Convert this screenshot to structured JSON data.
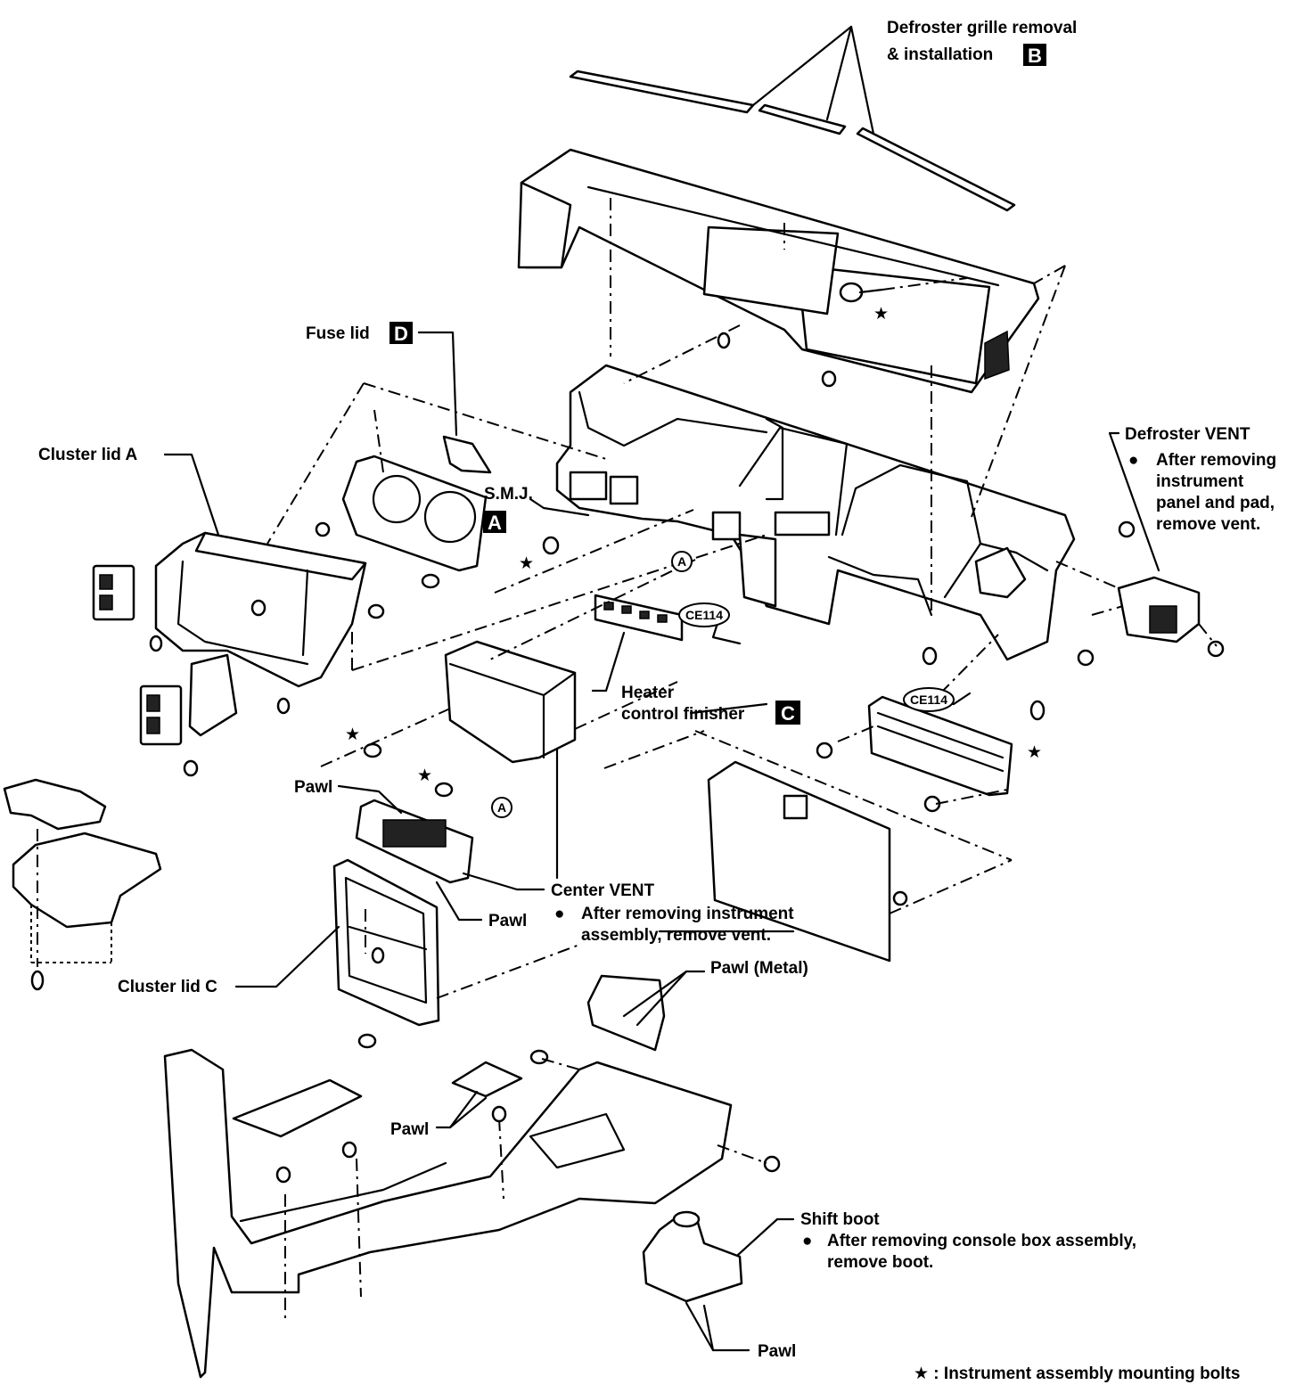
{
  "labels": {
    "defroster_grille_line1": "Defroster grille removal",
    "defroster_grille_line2": "& installation",
    "defroster_grille_ref": "B",
    "fuse_lid": "Fuse lid",
    "fuse_lid_ref": "D",
    "cluster_lid_a": "Cluster lid A",
    "smj": "S.M.J.",
    "smj_ref": "A",
    "defroster_vent_title": "Defroster VENT",
    "defroster_vent_note_1": "After removing",
    "defroster_vent_note_2": "instrument",
    "defroster_vent_note_3": "panel and pad,",
    "defroster_vent_note_4": "remove vent.",
    "ce114_upper": "CE114",
    "ce114_lower": "CE114",
    "circle_a_upper": "A",
    "circle_a_lower": "A",
    "heater_line1": "Heater",
    "heater_line2": "control finisher",
    "heater_ref": "C",
    "pawl_1": "Pawl",
    "pawl_2": "Pawl",
    "pawl_3": "Pawl",
    "pawl_4": "Pawl",
    "center_vent_title": "Center VENT",
    "center_vent_note_1": "After removing instrument",
    "center_vent_note_2": "assembly, remove vent.",
    "cluster_lid_c": "Cluster lid C",
    "pawl_metal": "Pawl (Metal)",
    "shift_boot_title": "Shift boot",
    "shift_boot_note_1": "After removing console box assembly,",
    "shift_boot_note_2": "remove boot.",
    "legend": "★ : Instrument assembly mounting bolts",
    "bullet": "●",
    "star": "★"
  }
}
